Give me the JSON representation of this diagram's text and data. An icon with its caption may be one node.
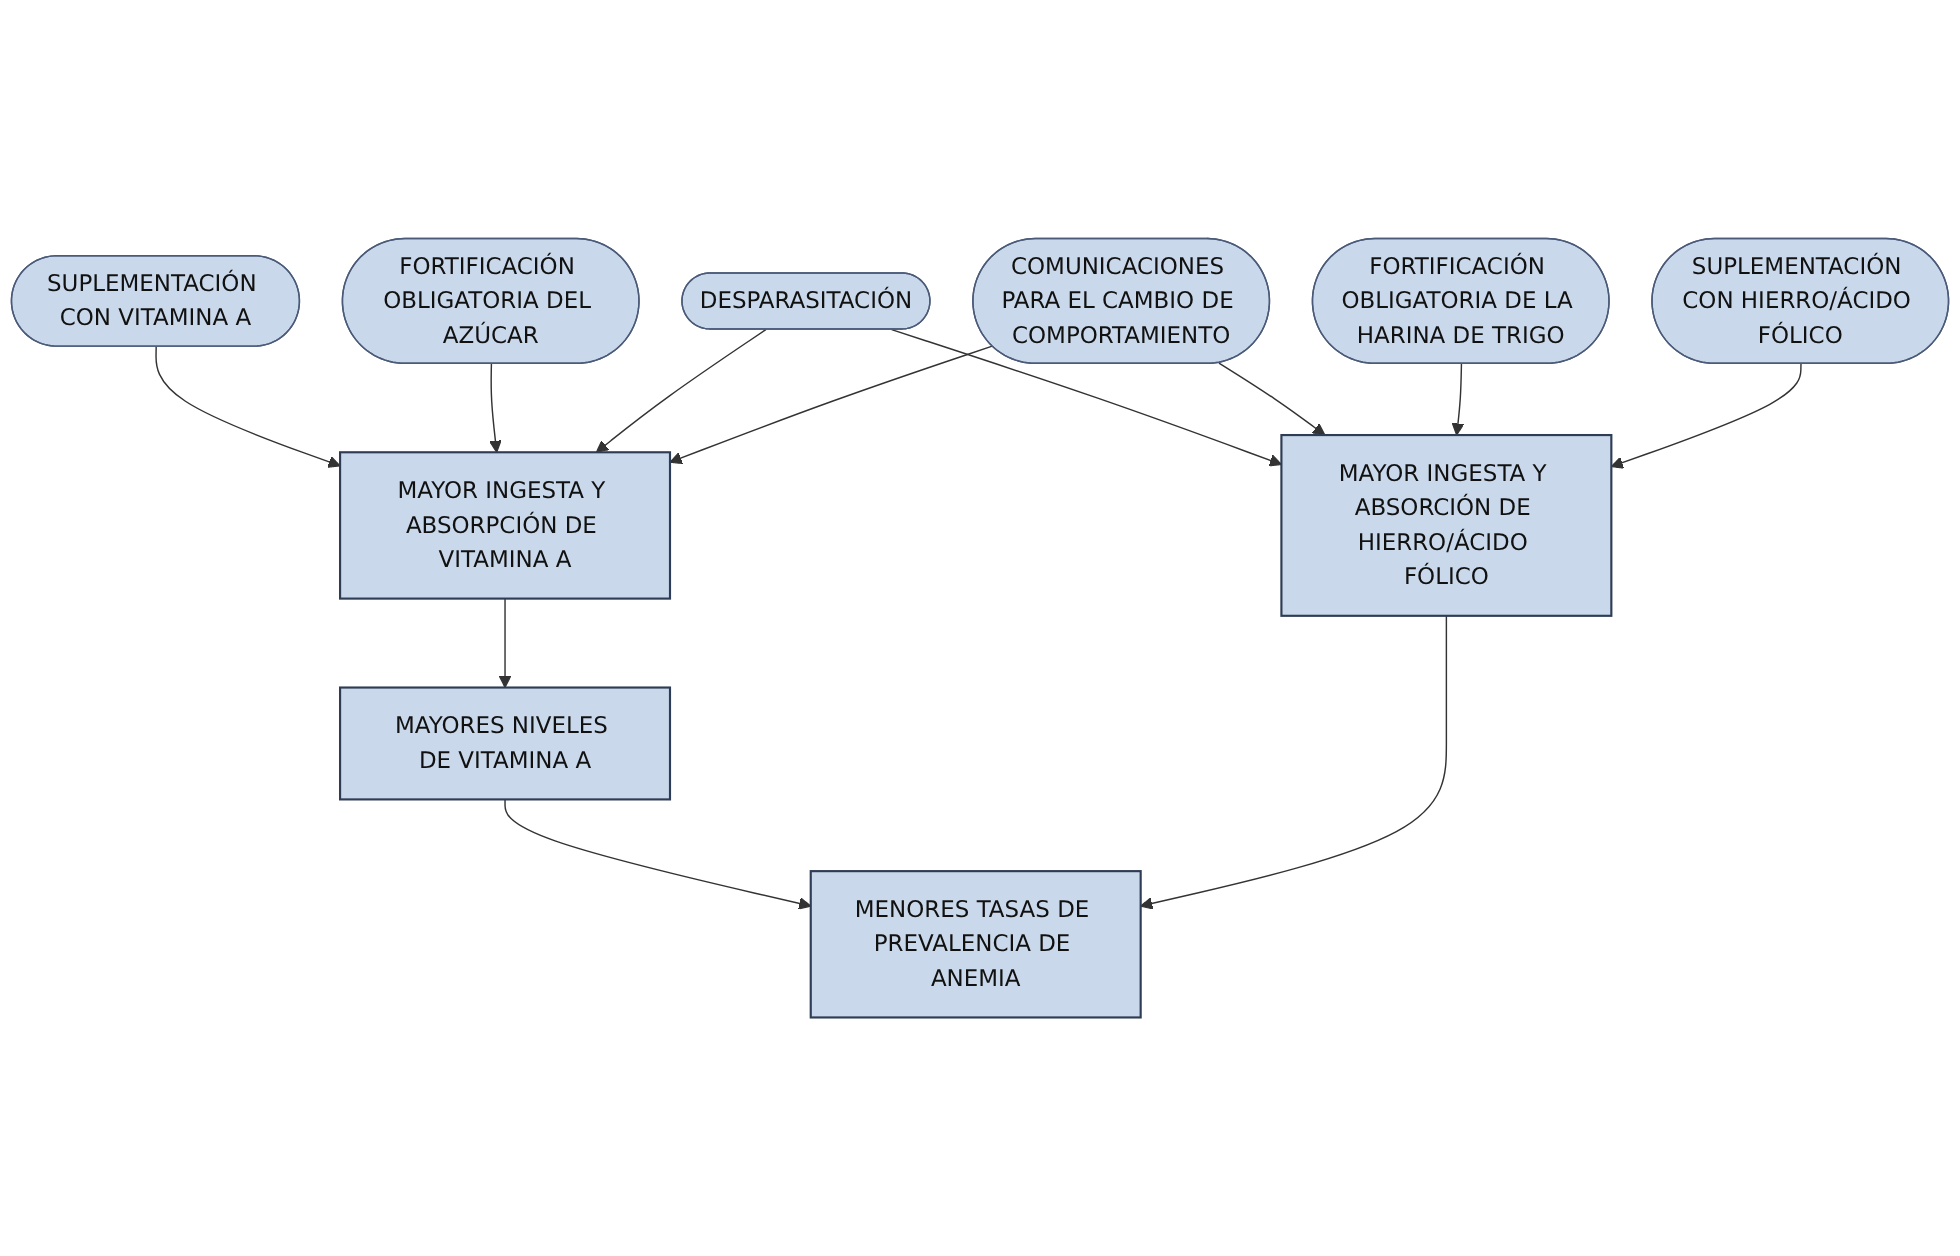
{
  "diagram": {
    "nodes": [
      {
        "text": [
          "SUPLEMENTACIÓN CON VITAMINA A"
        ]
      },
      {
        "text": [
          "MAYOR INGESTA Y ABSORPCIÓN DE VITAMINA A"
        ]
      },
      {
        "text": [
          "FORTIFICACIÓN OBLIGATORIA DEL AZÚCAR"
        ]
      },
      {
        "text": [
          "MAYORES NIVELES DE VITAMINA A"
        ]
      },
      {
        "text": [
          "DESPARASITACIÓN"
        ]
      },
      {
        "text": [
          "COMUNICACIONES PARA EL CAMBIO DE COMPORTAMIENTO"
        ]
      },
      {
        "text": [
          "MENORES TASAS DE PREVALENCIA DE ANEMIA"
        ]
      },
      {
        "text": [
          "FORTIFICACIÓN OBLIGATORIA DE LA HARINA DE TRIGO"
        ]
      },
      {
        "text": [
          "MAYOR INGESTA Y ABSORCIÓN DE HIERRO/ÁCIDO FÓLICO"
        ]
      },
      {
        "text": [
          "SUPLEMENTACIÓN CON HIERRO/ÁCIDO FÓLICO"
        ]
      }
    ],
    "edges": [
      {
        "from": 0,
        "to": 1,
        "arrow": "to"
      },
      {
        "from": 2,
        "to": 1,
        "arrow": "to"
      },
      {
        "from": 1,
        "to": 3,
        "arrow": "to"
      },
      {
        "from": 4,
        "to": 1,
        "arrow": "to"
      },
      {
        "from": 5,
        "to": 1,
        "arrow": "to"
      },
      {
        "from": 3,
        "to": 6,
        "arrow": "to"
      },
      {
        "from": 4,
        "to": 8,
        "arrow": "to"
      },
      {
        "from": 5,
        "to": 8,
        "arrow": "to"
      },
      {
        "from": 8,
        "to": 6,
        "arrow": "to"
      },
      {
        "from": 7,
        "to": 8,
        "arrow": "to"
      },
      {
        "from": 9,
        "to": 8,
        "arrow": "to"
      }
    ]
  }
}
